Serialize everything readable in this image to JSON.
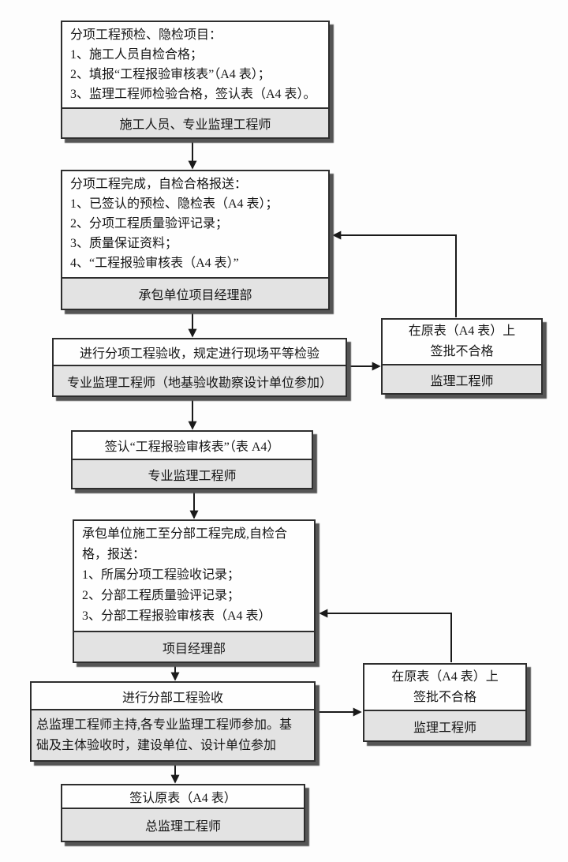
{
  "colors": {
    "background": "#fdfdfd",
    "box_bg": "#fefefe",
    "footer_bg": "#e3e3e3",
    "border": "#2e2e2e",
    "line": "#1a1a1a",
    "shadow": "#555555",
    "text": "#151515"
  },
  "flowchart": {
    "nodes": {
      "n1": {
        "body_lines": [
          "分项工程预检、隐检项目：",
          "1、施工人员自检合格；",
          "2、填报“工程报验审核表”（A4 表）；",
          "3、监理工程师检验合格，签认表（A4 表）。"
        ],
        "footer": "施工人员、专业监理工程师"
      },
      "n2": {
        "body_lines": [
          "分项工程完成，自检合格报送：",
          "1、已签认的预检、隐检表（A4 表）；",
          "2、分项工程质量验评记录；",
          "3、质量保证资料；",
          "4、“工程报验审核表（A4 表）”"
        ],
        "footer": "承包单位项目经理部"
      },
      "n3": {
        "body": "进行分项工程验收，规定进行现场平等检验",
        "footer": "专业监理工程师（地基验收勘察设计单位参加）"
      },
      "r1": {
        "body_lines": [
          "在原表（A4 表）上",
          "签批不合格"
        ],
        "footer": "监理工程师"
      },
      "n4": {
        "body": "签认“工程报验审核表”（表 A4）",
        "footer": "专业监理工程师"
      },
      "n5": {
        "body_lines": [
          "承包单位施工至分部工程完成,自检合",
          "格，报送：",
          "1、所属分项工程验收记录；",
          "2、分部工程质量验评记录；",
          "3、分部工程报验审核表（A4 表）"
        ],
        "footer": "项目经理部"
      },
      "n6": {
        "body": "进行分部工程验收",
        "footer_lines": [
          "总监理工程师主持,各专业监理工程师参加。基",
          "础及主体验收时，建设单位、设计单位参加"
        ]
      },
      "r2": {
        "body_lines": [
          "在原表（A4 表）上",
          "签批不合格"
        ],
        "footer": "监理工程师"
      },
      "n7": {
        "body": "签认原表（A4 表）",
        "footer": "总监理工程师"
      }
    },
    "edges": [
      {
        "from": "n1",
        "to": "n2",
        "type": "down"
      },
      {
        "from": "n2",
        "to": "n3",
        "type": "down"
      },
      {
        "from": "n3",
        "to": "r1",
        "type": "right"
      },
      {
        "from": "r1",
        "to": "n2",
        "type": "feedback"
      },
      {
        "from": "n3",
        "to": "n4",
        "type": "down"
      },
      {
        "from": "n4",
        "to": "n5",
        "type": "down"
      },
      {
        "from": "n5",
        "to": "n6",
        "type": "down"
      },
      {
        "from": "n6",
        "to": "r2",
        "type": "right"
      },
      {
        "from": "r2",
        "to": "n5",
        "type": "feedback"
      },
      {
        "from": "n6",
        "to": "n7",
        "type": "down"
      }
    ]
  }
}
